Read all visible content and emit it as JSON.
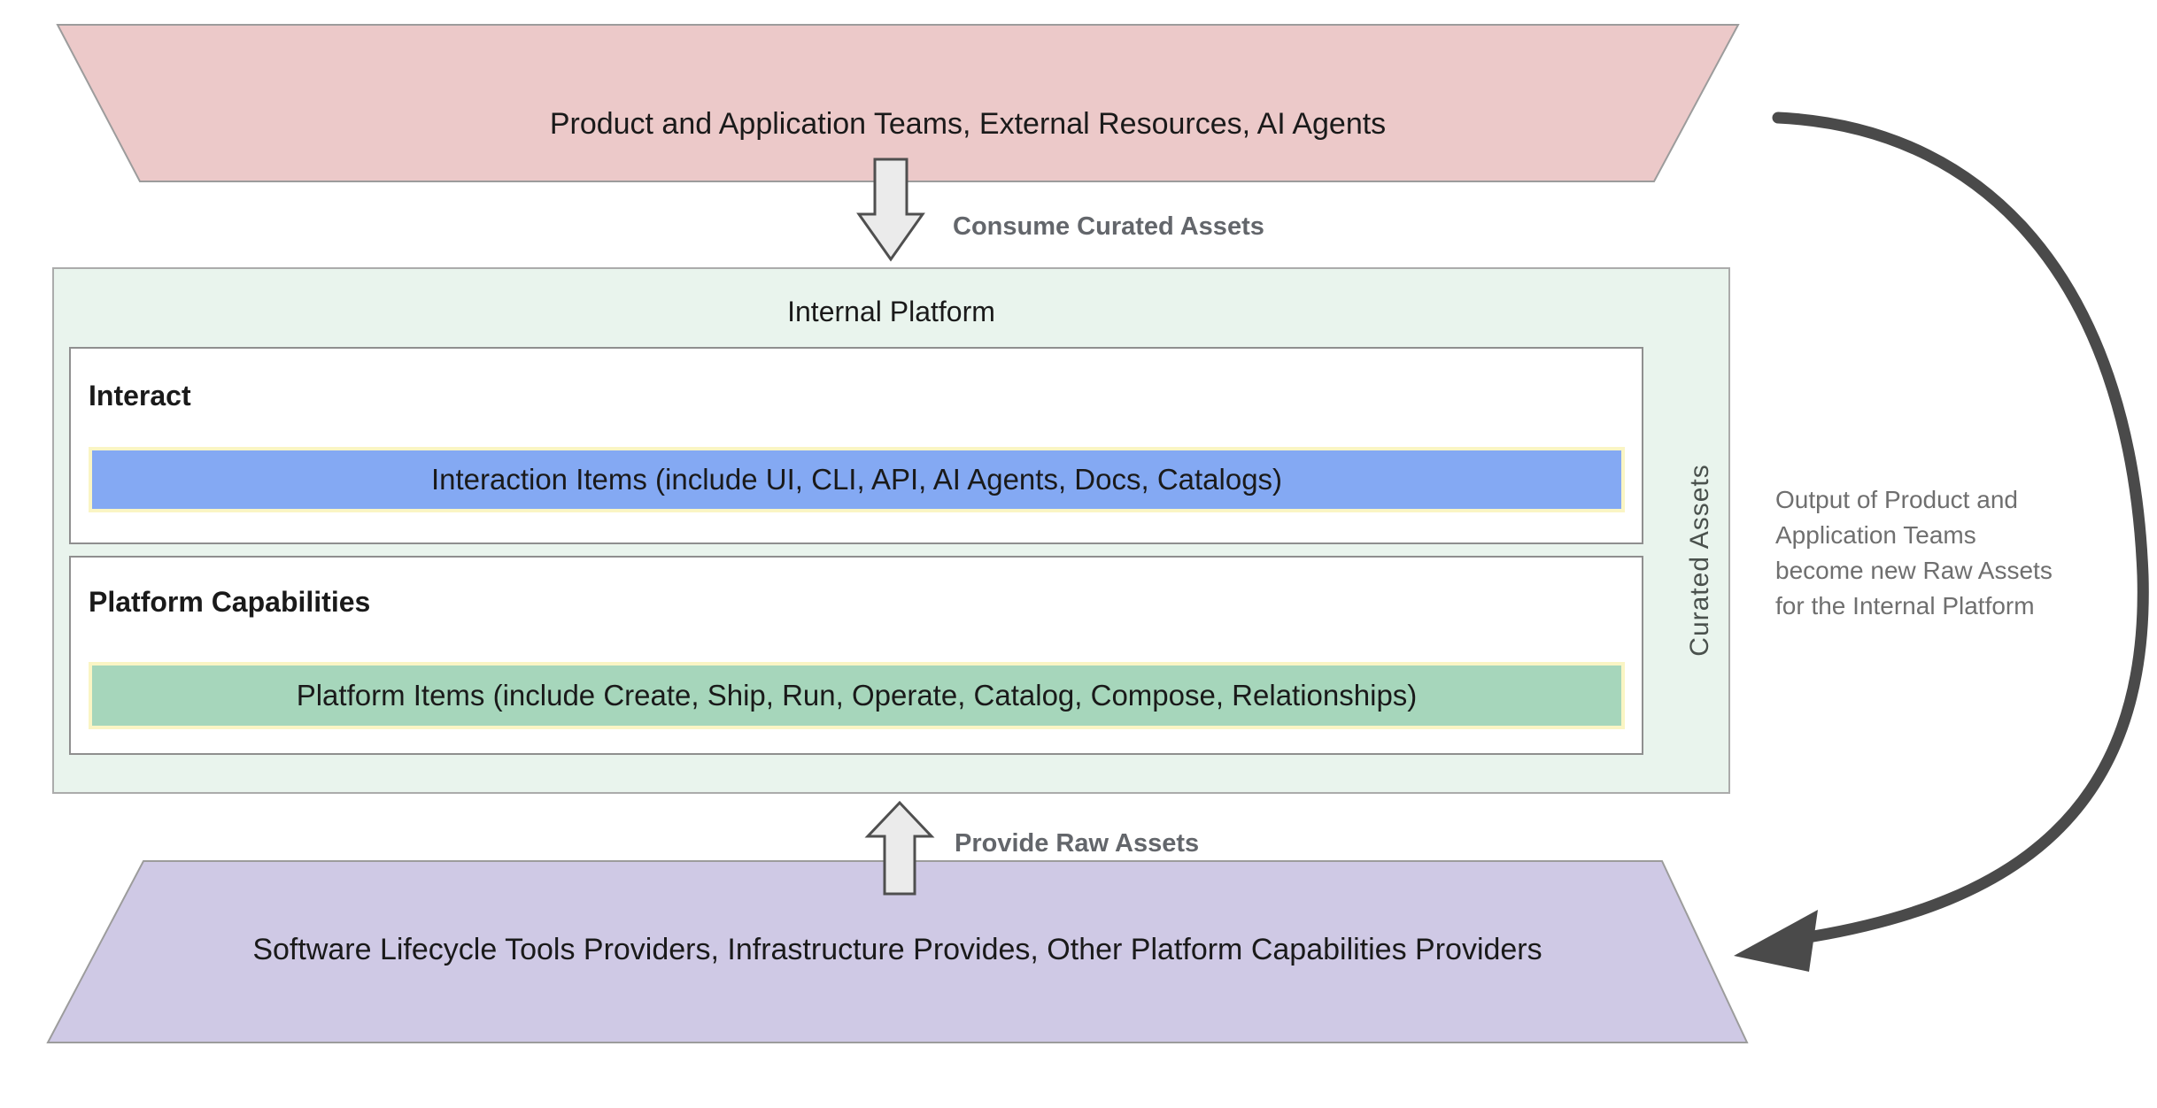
{
  "diagram": {
    "top_trapezoid": {
      "label": "Product and Application Teams, External Resources, AI Agents"
    },
    "consume_arrow": {
      "label": "Consume Curated Assets"
    },
    "internal_platform": {
      "title": "Internal Platform",
      "curated_assets_label": "Curated Assets",
      "interact_section": {
        "title": "Interact",
        "bar_label": "Interaction Items (include UI, CLI, API, AI Agents, Docs, Catalogs)"
      },
      "capabilities_section": {
        "title": "Platform Capabilities",
        "bar_label": "Platform Items (include Create, Ship, Run, Operate, Catalog, Compose, Relationships)"
      }
    },
    "provide_arrow": {
      "label": "Provide Raw Assets"
    },
    "bottom_trapezoid": {
      "label": "Software Lifecycle Tools Providers, Infrastructure Provides, Other Platform Capabilities Providers"
    },
    "feedback_note": {
      "lines": {
        "0": "Output of Product and",
        "1": "Application Teams",
        "2": "become new Raw Assets",
        "3": "for the Internal Platform"
      }
    }
  },
  "colors": {
    "pink": "#ECC9C9",
    "purple": "#CFC9E5",
    "mint": "#E9F4ED",
    "blue-bar": "#84A9F3",
    "green-bar": "#A6D6BB",
    "bar-border": "#FAF5C4",
    "shape-stroke": "#9C9C9C",
    "box-stroke": "#8F8F8F",
    "mint-stroke": "#ABABAB",
    "arrow-fill": "#EBEBEB",
    "arrow-stroke": "#4F4F4F",
    "curve": "#4A4A4A",
    "gray-text": "#63666B",
    "note-text": "#6F6F6F",
    "dark-text": "#1A1A1A"
  }
}
